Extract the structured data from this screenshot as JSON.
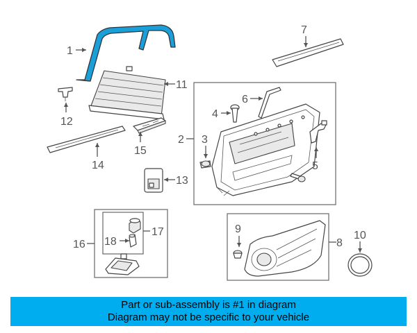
{
  "callouts": {
    "c1": "1",
    "c2": "2",
    "c3": "3",
    "c4": "4",
    "c5": "5",
    "c6": "6",
    "c7": "7",
    "c8": "8",
    "c9": "9",
    "c10": "10",
    "c11": "11",
    "c12": "12",
    "c13": "13",
    "c14": "14",
    "c15": "15",
    "c16": "16",
    "c17": "17",
    "c18": "18"
  },
  "colors": {
    "highlight": "#1a9fd9",
    "banner": "#00aeef"
  },
  "banner": {
    "line1": "Part or sub-assembly is #1 in diagram",
    "line2": "Diagram may not be specific to your vehicle"
  }
}
